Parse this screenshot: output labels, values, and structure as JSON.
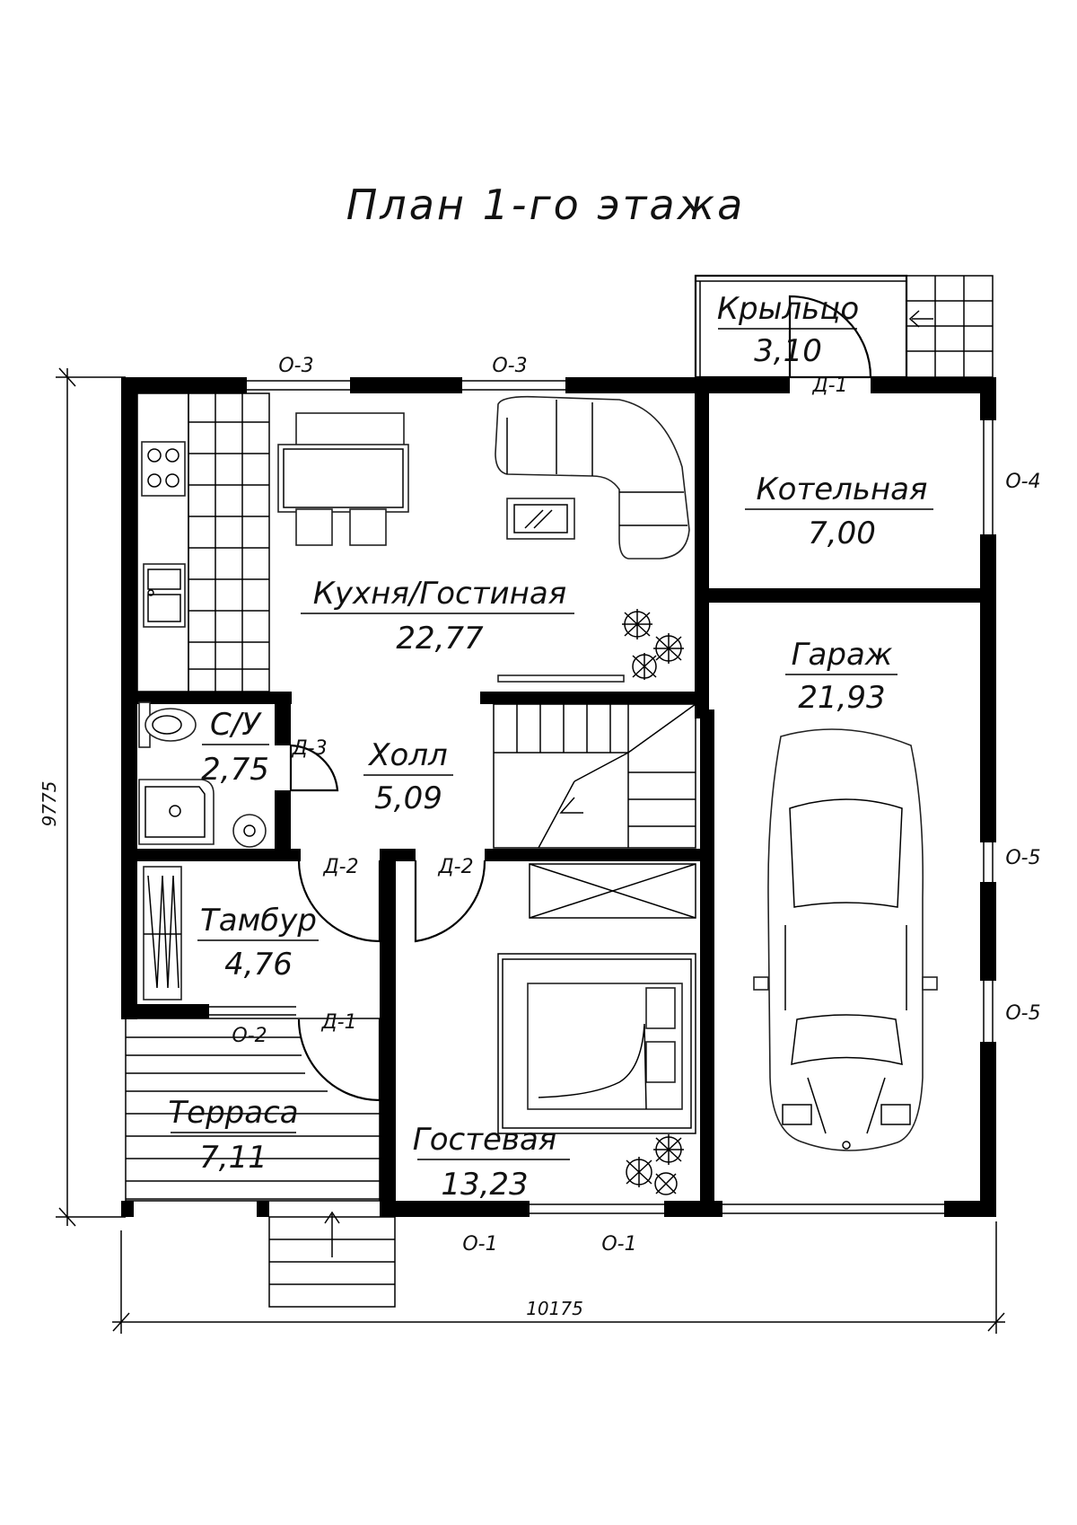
{
  "title": "План 1-го этажа",
  "rooms": [
    {
      "name": "Крыльцо",
      "area": "3,10"
    },
    {
      "name": "Котельная",
      "area": "7,00"
    },
    {
      "name": "Кухня/Гостиная",
      "area": "22,77"
    },
    {
      "name": "Гараж",
      "area": "21,93"
    },
    {
      "name": "С/У",
      "area": "2,75"
    },
    {
      "name": "Холл",
      "area": "5,09"
    },
    {
      "name": "Тамбур",
      "area": "4,76"
    },
    {
      "name": "Терраса",
      "area": "7,11"
    },
    {
      "name": "Гостевая",
      "area": "13,23"
    }
  ],
  "openings": {
    "window_north_1": "О-3",
    "window_north_2": "О-3",
    "window_boiler": "О-4",
    "window_garage_1": "О-5",
    "window_garage_2": "О-5",
    "window_guest_1": "О-1",
    "window_guest_2": "О-1",
    "window_terrace": "О-2",
    "door_porch": "Д-1",
    "door_bath": "Д-3",
    "door_vestibule": "Д-2",
    "door_guest": "Д-2",
    "door_terrace": "Д-1"
  },
  "dimensions": {
    "width": "10175",
    "height": "9775"
  }
}
